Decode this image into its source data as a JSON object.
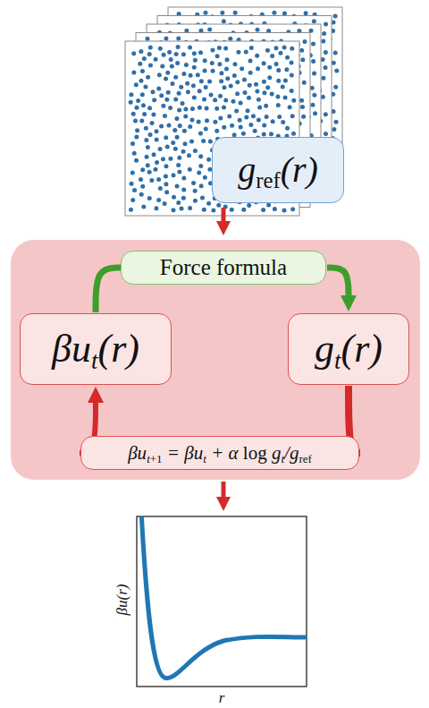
{
  "diagram": {
    "nodes": [
      {
        "text": [
          "gref(r)"
        ]
      },
      {
        "text": [
          "Force formula"
        ]
      },
      {
        "text": [
          "βut(r)"
        ]
      },
      {
        "text": [
          "gt(r)"
        ]
      },
      {
        "text": [
          "βut+1 = βut + α log gt/gref"
        ]
      }
    ],
    "edges": [
      {
        "from": 2,
        "to": 1,
        "arrow": "none"
      },
      {
        "from": 1,
        "to": 3,
        "arrow": "to"
      },
      {
        "from": 3,
        "to": 4,
        "arrow": "none"
      },
      {
        "from": 4,
        "to": 2,
        "arrow": "to"
      }
    ],
    "labels": [
      "βu(r)",
      "r"
    ]
  }
}
